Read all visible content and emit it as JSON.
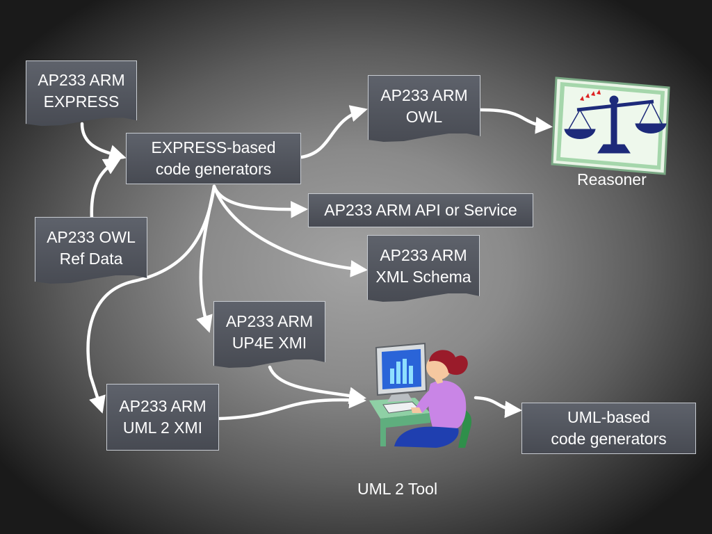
{
  "nodes": {
    "arm_express": {
      "lines": [
        "AP233 ARM",
        "EXPRESS"
      ]
    },
    "express_generators": {
      "lines": [
        "EXPRESS-based",
        "code generators"
      ]
    },
    "owl_ref_data": {
      "lines": [
        "AP233 OWL",
        "Ref Data"
      ]
    },
    "arm_owl": {
      "lines": [
        "AP233 ARM",
        "OWL"
      ]
    },
    "arm_api": {
      "lines": [
        "AP233 ARM API or Service"
      ]
    },
    "arm_xml_schema": {
      "lines": [
        "AP233 ARM",
        "XML Schema"
      ]
    },
    "arm_up4e_xmi": {
      "lines": [
        "AP233 ARM",
        "UP4E XMI"
      ]
    },
    "arm_uml2_xmi": {
      "lines": [
        "AP233 ARM",
        "UML 2 XMI"
      ]
    },
    "uml_generators": {
      "lines": [
        "UML-based",
        "code generators"
      ]
    }
  },
  "captions": {
    "reasoner": "Reasoner",
    "uml_tool": "UML 2 Tool"
  },
  "icons": {
    "reasoner": "balance-scale-icon",
    "uml_tool": "person-at-computer-icon"
  },
  "colors": {
    "box_fill": "#50545c",
    "box_border": "#c8ccd2",
    "arrow": "#ffffff",
    "scale": "#1d2a7a",
    "scale_frame": "#8fc89a"
  }
}
